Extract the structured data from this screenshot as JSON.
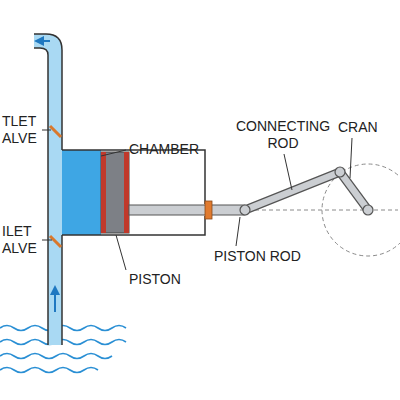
{
  "diagram": {
    "labels": [
      "TLET ALVE",
      "CHAMBER",
      "ILET ALVE",
      "PISTON",
      "PISTON ROD",
      "CONNECTING ROD",
      "CRAN"
    ]
  }
}
